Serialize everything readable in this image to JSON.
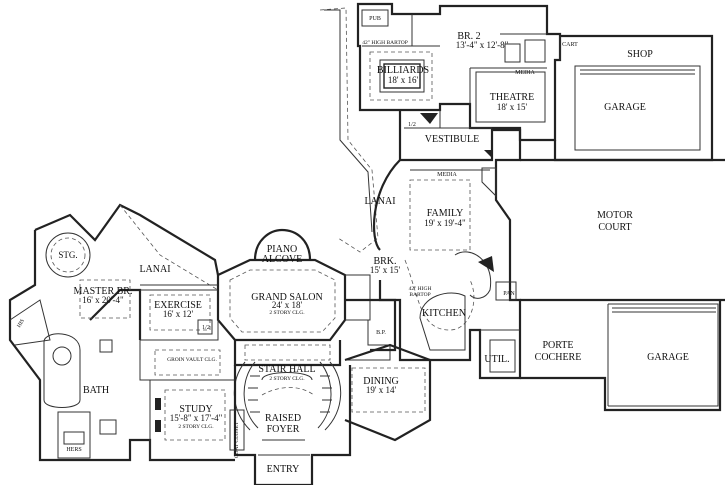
{
  "rooms": {
    "pub": "PUB",
    "bartop_high_top": "42\" HIGH BARTOP",
    "billiards": {
      "name": "BILLIARDS",
      "size": "18' x 16'"
    },
    "br2": {
      "name": "BR. 2",
      "size": "13'-4\" x 12'-8\""
    },
    "cart": "CART",
    "shop": "SHOP",
    "media_top": "MEDIA",
    "theatre": {
      "name": "THEATRE",
      "size": "18' x 15'"
    },
    "garage_top": "GARAGE",
    "half_bath_top": "1/2",
    "vestibule": "VESTIBULE",
    "media_family": "MEDIA",
    "lanai_right": "LANAI",
    "family": {
      "name": "FAMILY",
      "size": "19' x 19'-4\""
    },
    "motor_court": {
      "line1": "MOTOR",
      "line2": "COURT"
    },
    "stg": "STG.",
    "lanai_left": "LANAI",
    "piano_alcove": {
      "line1": "PIANO",
      "line2": "ALCOVE"
    },
    "brk": {
      "name": "BRK.",
      "size": "15' x 15'"
    },
    "master_br": {
      "name": "MASTER BR.",
      "size": "16' x 20'-4\""
    },
    "exercise": {
      "name": "EXERCISE",
      "size": "16' x 12'"
    },
    "grand_salon": {
      "name": "GRAND SALON",
      "size": "24' x 18'",
      "note": "2 STORY CLG."
    },
    "bartop_kitchen": {
      "line1": "42\" HIGH",
      "line2": "BARTOP"
    },
    "pan": "PAN",
    "his": "HIS",
    "half_bath_mid": "1/2",
    "bp": "B.P.",
    "kitchen": "KITCHEN",
    "groin_vault": "GROIN VAULT CLG.",
    "util": "UTIL.",
    "porte_cochere": {
      "line1": "PORTE",
      "line2": "COCHERE"
    },
    "garage_right": "GARAGE",
    "stair_hall": {
      "name": "STAIR HALL",
      "note": "2 STORY CLG."
    },
    "bath": "BATH",
    "dining": {
      "name": "DINING",
      "size": "19' x 14'"
    },
    "study": {
      "name": "STUDY",
      "size": "15'-8\" x 17'-4\"",
      "note": "2 STORY CLG."
    },
    "raised_foyer": {
      "line1": "RAISED",
      "line2": "FOYER"
    },
    "coat_closet": "COAT CLOSET",
    "hers": "HERS",
    "entry": "ENTRY"
  }
}
